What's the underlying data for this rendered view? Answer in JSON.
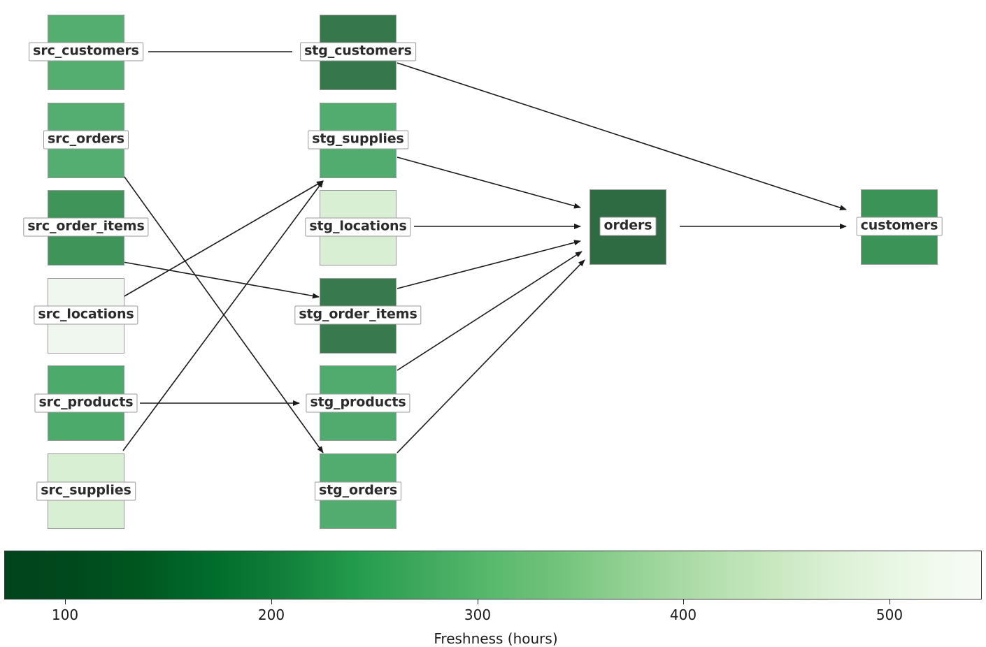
{
  "chart_data": {
    "type": "diagram",
    "subtype": "dag-lineage-heatmap",
    "title": "",
    "colorbar": {
      "label": "Freshness (hours)",
      "ticks": [
        100,
        200,
        300,
        400,
        500
      ],
      "tick_labels": [
        "100",
        "200",
        "300",
        "400",
        "500"
      ],
      "vmin": 69,
      "vmax": 543,
      "cmap": "Greens_r",
      "orientation": "horizontal",
      "low_color": "#00441b",
      "high_color": "#f7fcf5"
    },
    "nodes": [
      {
        "id": "src_customers",
        "label": "src_customers",
        "column": 0,
        "row": 0,
        "freshness": 228,
        "color": "#53ae70"
      },
      {
        "id": "src_orders",
        "label": "src_orders",
        "column": 0,
        "row": 1,
        "freshness": 232,
        "color": "#54ae71"
      },
      {
        "id": "src_order_items",
        "label": "src_order_items",
        "column": 0,
        "row": 2,
        "freshness": 180,
        "color": "#3e9459"
      },
      {
        "id": "src_locations",
        "label": "src_locations",
        "column": 0,
        "row": 3,
        "freshness": 528,
        "color": "#f0f7ee"
      },
      {
        "id": "src_products",
        "label": "src_products",
        "column": 0,
        "row": 4,
        "freshness": 212,
        "color": "#4cab6b"
      },
      {
        "id": "src_supplies",
        "label": "src_supplies",
        "column": 0,
        "row": 5,
        "freshness": 470,
        "color": "#d9efd3"
      },
      {
        "id": "stg_customers",
        "label": "stg_customers",
        "column": 1,
        "row": 0,
        "freshness": 132,
        "color": "#36774c"
      },
      {
        "id": "stg_supplies",
        "label": "stg_supplies",
        "column": 1,
        "row": 1,
        "freshness": 222,
        "color": "#51ad6f"
      },
      {
        "id": "stg_locations",
        "label": "stg_locations",
        "column": 1,
        "row": 2,
        "freshness": 468,
        "color": "#d8efd3"
      },
      {
        "id": "stg_order_items",
        "label": "stg_order_items",
        "column": 1,
        "row": 3,
        "freshness": 140,
        "color": "#38794e"
      },
      {
        "id": "stg_products",
        "label": "stg_products",
        "column": 1,
        "row": 4,
        "freshness": 216,
        "color": "#4fac6e"
      },
      {
        "id": "stg_orders",
        "label": "stg_orders",
        "column": 1,
        "row": 5,
        "freshness": 220,
        "color": "#51ad6f"
      },
      {
        "id": "orders",
        "label": "orders",
        "column": 2,
        "row": 2,
        "freshness": 112,
        "color": "#2e6b43"
      },
      {
        "id": "customers",
        "label": "customers",
        "column": 3,
        "row": 2,
        "freshness": 175,
        "color": "#3c9357"
      }
    ],
    "edges": [
      {
        "from": "src_customers",
        "to": "stg_customers",
        "arrow": false
      },
      {
        "from": "src_orders",
        "to": "stg_orders",
        "arrow": true
      },
      {
        "from": "src_order_items",
        "to": "stg_order_items",
        "arrow": true
      },
      {
        "from": "src_locations",
        "to": "stg_locations",
        "arrow": true
      },
      {
        "from": "src_products",
        "to": "stg_products",
        "arrow": true
      },
      {
        "from": "src_supplies",
        "to": "stg_supplies",
        "arrow": true
      },
      {
        "from": "stg_customers",
        "to": "customers",
        "arrow": true
      },
      {
        "from": "stg_supplies",
        "to": "orders",
        "arrow": true
      },
      {
        "from": "stg_locations",
        "to": "orders",
        "arrow": true
      },
      {
        "from": "stg_order_items",
        "to": "orders",
        "arrow": true
      },
      {
        "from": "stg_products",
        "to": "orders",
        "arrow": true
      },
      {
        "from": "stg_orders",
        "to": "orders",
        "arrow": true
      },
      {
        "from": "orders",
        "to": "customers",
        "arrow": true
      }
    ]
  },
  "nodes": {
    "src_customers": {
      "label": "src_customers"
    },
    "src_orders": {
      "label": "src_orders"
    },
    "src_order_items": {
      "label": "src_order_items"
    },
    "src_locations": {
      "label": "src_locations"
    },
    "src_products": {
      "label": "src_products"
    },
    "src_supplies": {
      "label": "src_supplies"
    },
    "stg_customers": {
      "label": "stg_customers"
    },
    "stg_supplies": {
      "label": "stg_supplies"
    },
    "stg_locations": {
      "label": "stg_locations"
    },
    "stg_order_items": {
      "label": "stg_order_items"
    },
    "stg_products": {
      "label": "stg_products"
    },
    "stg_orders": {
      "label": "stg_orders"
    },
    "orders": {
      "label": "orders"
    },
    "customers": {
      "label": "customers"
    }
  },
  "colorbar": {
    "label": "Freshness (hours)",
    "tick_labels": [
      "100",
      "200",
      "300",
      "400",
      "500"
    ]
  }
}
